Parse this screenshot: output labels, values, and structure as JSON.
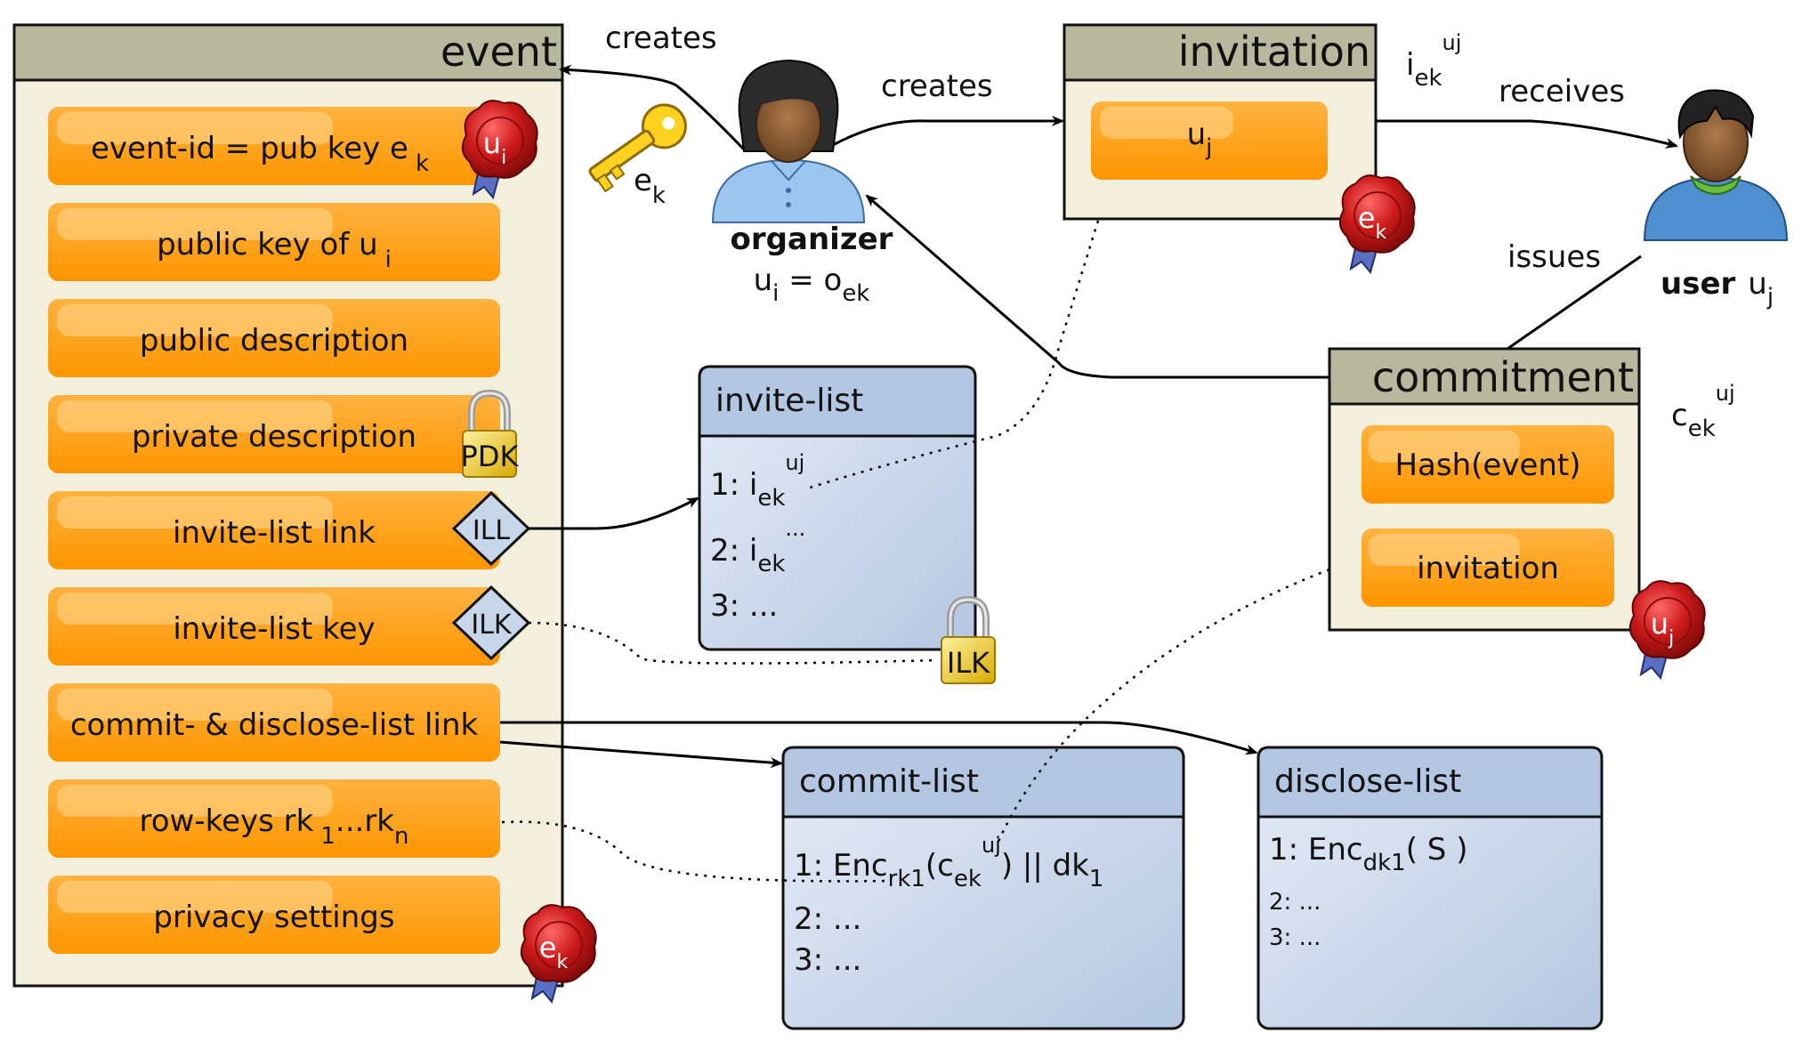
{
  "event": {
    "title": "event",
    "fields": [
      {
        "main": "event-id = pub key e",
        "sub": "k"
      },
      {
        "main": "public key of u",
        "sub": "i"
      },
      {
        "main": "public description",
        "sub": ""
      },
      {
        "main": "private description",
        "sub": ""
      },
      {
        "main": "invite-list link",
        "sub": ""
      },
      {
        "main": "invite-list key",
        "sub": ""
      },
      {
        "main": "commit- & disclose-list link",
        "sub": ""
      },
      {
        "main": "row-keys rk",
        "sub": "1",
        "mid": "...rk",
        "sub2": "n"
      },
      {
        "main": "privacy settings",
        "sub": ""
      }
    ],
    "seal_sub_top": "i",
    "seal_sub_bottom": "k"
  },
  "seals": {
    "letter_u": "u",
    "letter_e": "e"
  },
  "locks": {
    "pdk": "PDK",
    "ilk": "ILK"
  },
  "diamonds": {
    "ill": "ILL",
    "ilk": "ILK"
  },
  "key": {
    "label": "e",
    "sub": "k"
  },
  "organizer": {
    "name": "organizer",
    "eq_u": "u",
    "eq_u_sub": "i",
    "eq_mid": " = o",
    "eq_o_sub": "ek"
  },
  "user": {
    "name": "user",
    "u": "u",
    "u_sub": "j"
  },
  "edges": {
    "creates_event": "creates",
    "creates_invitation": "creates",
    "receives": "receives",
    "issues": "issues"
  },
  "invitation": {
    "title": "invitation",
    "field": "u",
    "field_sub": "j",
    "side_label": "i",
    "side_sub": "ek",
    "side_sup": "uj",
    "seal_sub": "k"
  },
  "commitment": {
    "title": "commitment",
    "fields": [
      "Hash(event)",
      "invitation"
    ],
    "side_label": "c",
    "side_sub": "ek",
    "side_sup": "uj",
    "seal_sub": "j"
  },
  "invite_list": {
    "title": "invite-list",
    "row1": "1: i",
    "row1_sub": "ek",
    "row1_sup": "uj",
    "row2": "2: i",
    "row2_sub": "ek",
    "row2_sup": "...",
    "row3": "3: ..."
  },
  "commit_list": {
    "title": "commit-list",
    "row1_a": "1: Enc",
    "row1_sub1": "rk1",
    "row1_b": "(c",
    "row1_sub2": "ek",
    "row1_sup": "uj",
    "row1_c": ") || dk",
    "row1_sub3": "1",
    "row2": "2: ...",
    "row3": "3: ..."
  },
  "disclose_list": {
    "title": "disclose-list",
    "row1_a": "1: Enc",
    "row1_sub": "dk1",
    "row1_b": "( S )",
    "row2": "2: ...",
    "row3": "3: ..."
  },
  "colors": {
    "beige_bg": "#f2efdc",
    "header_bg": "#b8b89e",
    "orange": "#ff9900",
    "blue_box": "#c8d6ea",
    "blue_header": "#b3c6e2",
    "seal_red": "#c01818"
  }
}
